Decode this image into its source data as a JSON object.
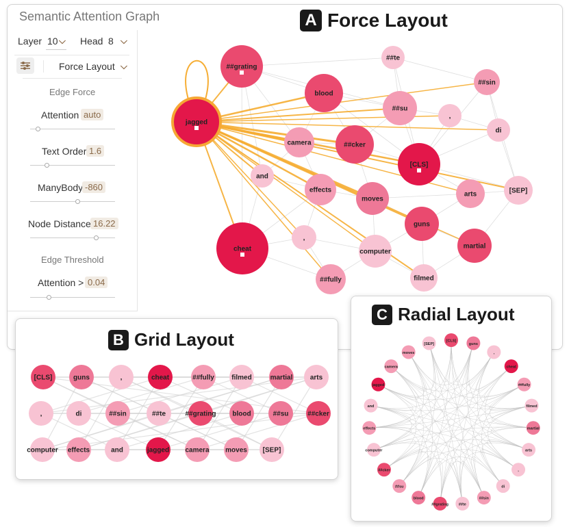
{
  "app": {
    "title": "Semantic Attention Graph"
  },
  "controls": {
    "layer_label": "Layer",
    "layer_value": "10",
    "head_label": "Head",
    "head_value": "8",
    "layout_value": "Force Layout",
    "edge_force_title": "Edge Force",
    "attention_label": "Attention",
    "attention_value": "auto",
    "text_order_label": "Text Order",
    "text_order_value": "1.6",
    "manybody_label": "ManyBody",
    "manybody_value": "-860",
    "node_distance_label": "Node Distance",
    "node_distance_value": "16.22",
    "edge_threshold_title": "Edge Threshold",
    "threshold_label": "Attention >",
    "threshold_value": "0.04"
  },
  "panels": {
    "force": {
      "letter": "A",
      "title": "Force Layout"
    },
    "grid": {
      "letter": "B",
      "title": "Grid Layout"
    },
    "radial": {
      "letter": "C",
      "title": "Radial Layout"
    }
  },
  "colors": {
    "intense": "#e3174a",
    "strong": "#ea4a6f",
    "medium": "#ee7897",
    "light": "#f49cb4",
    "pale": "#f8c3d3",
    "edge_selected": "#f6ad33",
    "edge_other": "#d0d0d0",
    "node_selected_ring": "#f6a735"
  },
  "force_layout": {
    "selected": "jagged",
    "nodes": [
      {
        "label": "jagged",
        "level": "intense"
      },
      {
        "label": "##grating",
        "level": "strong"
      },
      {
        "label": "##te",
        "level": "pale"
      },
      {
        "label": "blood",
        "level": "strong"
      },
      {
        "label": "##sin",
        "level": "light"
      },
      {
        "label": "##su",
        "level": "light"
      },
      {
        "label": ",",
        "level": "pale"
      },
      {
        "label": "di",
        "level": "pale"
      },
      {
        "label": "camera",
        "level": "light"
      },
      {
        "label": "##cker",
        "level": "strong"
      },
      {
        "label": "[CLS]",
        "level": "intense"
      },
      {
        "label": "and",
        "level": "pale"
      },
      {
        "label": "effects",
        "level": "light"
      },
      {
        "label": "moves",
        "level": "medium"
      },
      {
        "label": "arts",
        "level": "light"
      },
      {
        "label": "[SEP]",
        "level": "pale"
      },
      {
        "label": "guns",
        "level": "strong"
      },
      {
        "label": "cheat",
        "level": "intense"
      },
      {
        "label": ",",
        "level": "pale"
      },
      {
        "label": "computer",
        "level": "pale"
      },
      {
        "label": "martial",
        "level": "strong"
      },
      {
        "label": "##fully",
        "level": "light"
      },
      {
        "label": "filmed",
        "level": "pale"
      }
    ]
  },
  "grid_layout": {
    "rows": [
      [
        {
          "label": "[CLS]",
          "level": "strong"
        },
        {
          "label": "guns",
          "level": "medium"
        },
        {
          "label": ",",
          "level": "pale"
        },
        {
          "label": "cheat",
          "level": "intense"
        },
        {
          "label": "##fully",
          "level": "light"
        },
        {
          "label": "filmed",
          "level": "pale"
        },
        {
          "label": "martial",
          "level": "medium"
        },
        {
          "label": "arts",
          "level": "pale"
        }
      ],
      [
        {
          "label": ",",
          "level": "pale"
        },
        {
          "label": "di",
          "level": "pale"
        },
        {
          "label": "##sin",
          "level": "light"
        },
        {
          "label": "##te",
          "level": "pale"
        },
        {
          "label": "##grating",
          "level": "strong"
        },
        {
          "label": "blood",
          "level": "medium"
        },
        {
          "label": "##su",
          "level": "medium"
        },
        {
          "label": "##cker",
          "level": "strong"
        }
      ],
      [
        {
          "label": "computer",
          "level": "pale"
        },
        {
          "label": "effects",
          "level": "light"
        },
        {
          "label": "and",
          "level": "pale"
        },
        {
          "label": "jagged",
          "level": "intense"
        },
        {
          "label": "camera",
          "level": "light"
        },
        {
          "label": "moves",
          "level": "light"
        },
        {
          "label": "[SEP]",
          "level": "pale"
        }
      ]
    ]
  },
  "radial_layout": {
    "nodes": [
      {
        "label": "[SEP]",
        "level": "pale"
      },
      {
        "label": "[CLS]",
        "level": "strong"
      },
      {
        "label": "guns",
        "level": "medium"
      },
      {
        "label": ",",
        "level": "pale"
      },
      {
        "label": "cheat",
        "level": "intense"
      },
      {
        "label": "##fully",
        "level": "light"
      },
      {
        "label": "filmed",
        "level": "pale"
      },
      {
        "label": "martial",
        "level": "medium"
      },
      {
        "label": "arts",
        "level": "pale"
      },
      {
        "label": ",",
        "level": "pale"
      },
      {
        "label": "di",
        "level": "pale"
      },
      {
        "label": "##sin",
        "level": "light"
      },
      {
        "label": "##te",
        "level": "pale"
      },
      {
        "label": "##grating",
        "level": "strong"
      },
      {
        "label": "blood",
        "level": "medium"
      },
      {
        "label": "##su",
        "level": "light"
      },
      {
        "label": "##cker",
        "level": "strong"
      },
      {
        "label": "computer",
        "level": "pale"
      },
      {
        "label": "effects",
        "level": "light"
      },
      {
        "label": "and",
        "level": "pale"
      },
      {
        "label": "jagged",
        "level": "intense"
      },
      {
        "label": "camera",
        "level": "light"
      },
      {
        "label": "moves",
        "level": "light"
      }
    ]
  }
}
